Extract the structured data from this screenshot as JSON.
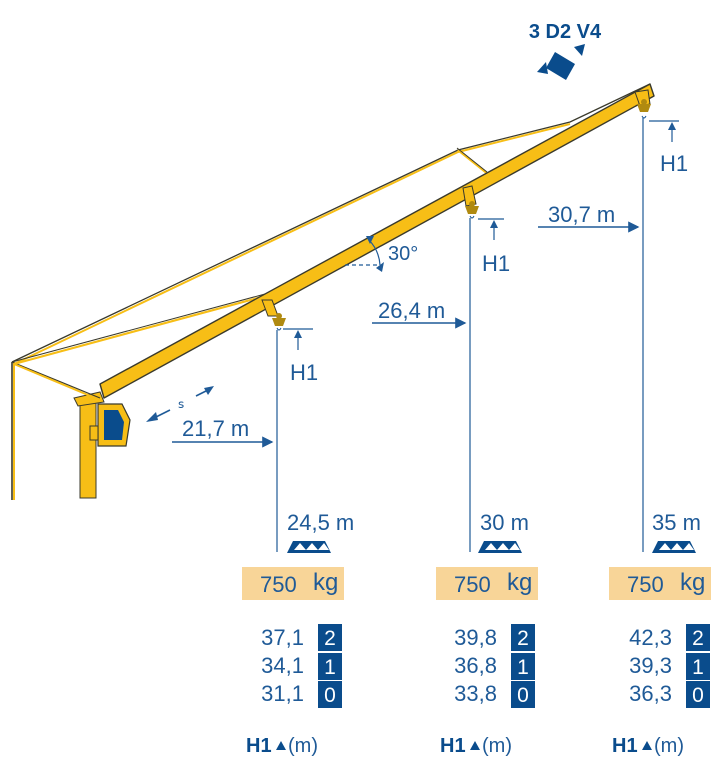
{
  "model_label": "3 D2 V4",
  "angle_label": "30°",
  "colors": {
    "jib_yellow": "#F7BE16",
    "jib_outline": "#3A3A2C",
    "navy": "#0A4C8C",
    "line_blue": "#1F5A97",
    "badge_bg": "#0A4C8C",
    "load_bg": "#F8D598",
    "hook": "#B08A10"
  },
  "marker_label": "H1",
  "configurations": [
    {
      "reach_label": "21,7 m",
      "height_label": "24,5 m",
      "load_value": "750",
      "load_unit": "kg",
      "heights": [
        {
          "value": "37,1",
          "level": "2"
        },
        {
          "value": "34,1",
          "level": "1"
        },
        {
          "value": "31,1",
          "level": "0"
        }
      ],
      "h1_label": "H1",
      "h1_unit": "(m)"
    },
    {
      "reach_label": "26,4 m",
      "height_label": "30 m",
      "load_value": "750",
      "load_unit": "kg",
      "heights": [
        {
          "value": "39,8",
          "level": "2"
        },
        {
          "value": "36,8",
          "level": "1"
        },
        {
          "value": "33,8",
          "level": "0"
        }
      ],
      "h1_label": "H1",
      "h1_unit": "(m)"
    },
    {
      "reach_label": "30,7 m",
      "height_label": "35 m",
      "load_value": "750",
      "load_unit": "kg",
      "heights": [
        {
          "value": "42,3",
          "level": "2"
        },
        {
          "value": "39,3",
          "level": "1"
        },
        {
          "value": "36,3",
          "level": "0"
        }
      ],
      "h1_label": "H1",
      "h1_unit": "(m)"
    }
  ]
}
